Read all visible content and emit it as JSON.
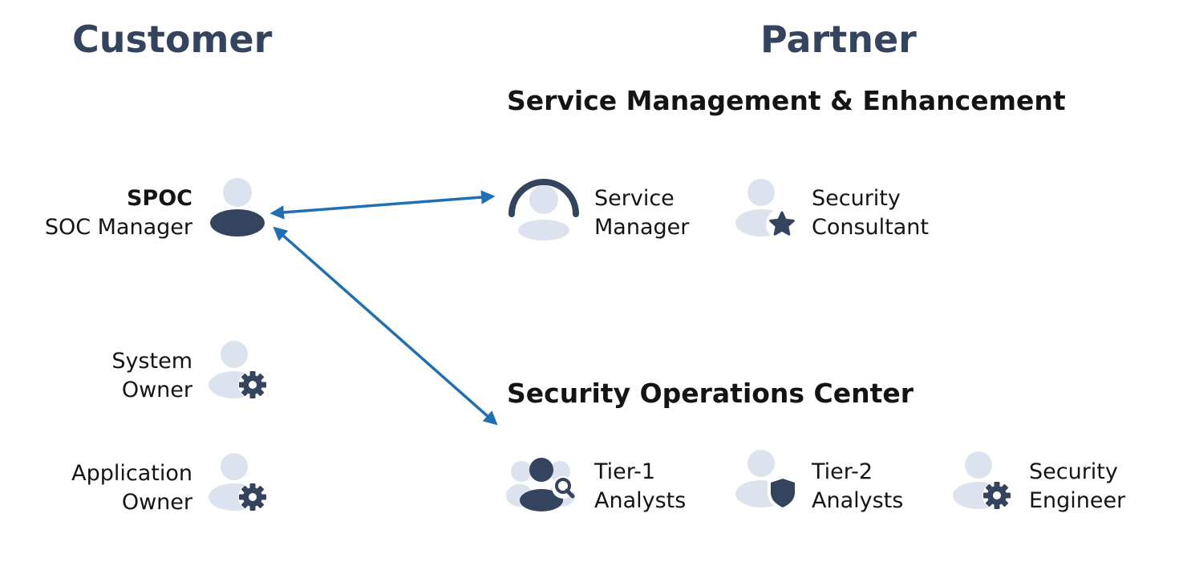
{
  "columns": {
    "customer": "Customer",
    "partner": "Partner"
  },
  "sections": {
    "service_management": "Service Management & Enhancement",
    "soc": "Security Operations Center"
  },
  "customer_roles": {
    "spoc": {
      "line1": "SPOC",
      "line2": "SOC Manager"
    },
    "system_owner": {
      "line1": "System",
      "line2": "Owner"
    },
    "application_owner": {
      "line1": "Application",
      "line2": "Owner"
    }
  },
  "partner_roles": {
    "service_manager": {
      "line1": "Service",
      "line2": "Manager"
    },
    "security_consultant": {
      "line1": "Security",
      "line2": "Consultant"
    },
    "tier1": {
      "line1": "Tier-1",
      "line2": "Analysts"
    },
    "tier2": {
      "line1": "Tier-2",
      "line2": "Analysts"
    },
    "security_engineer": {
      "line1": "Security",
      "line2": "Engineer"
    }
  },
  "icons": {
    "spoc": "person-icon",
    "system_owner": "person-gear-icon",
    "application_owner": "person-gear-icon",
    "service_manager": "person-headset-icon",
    "security_consultant": "person-star-icon",
    "tier1": "person-search-icon",
    "tier2": "person-shield-icon",
    "security_engineer": "person-gear-icon"
  },
  "colors": {
    "title": "#34445e",
    "icon_dark": "#34445e",
    "icon_light": "#dce3ee",
    "arrow": "#1f6fb5"
  }
}
